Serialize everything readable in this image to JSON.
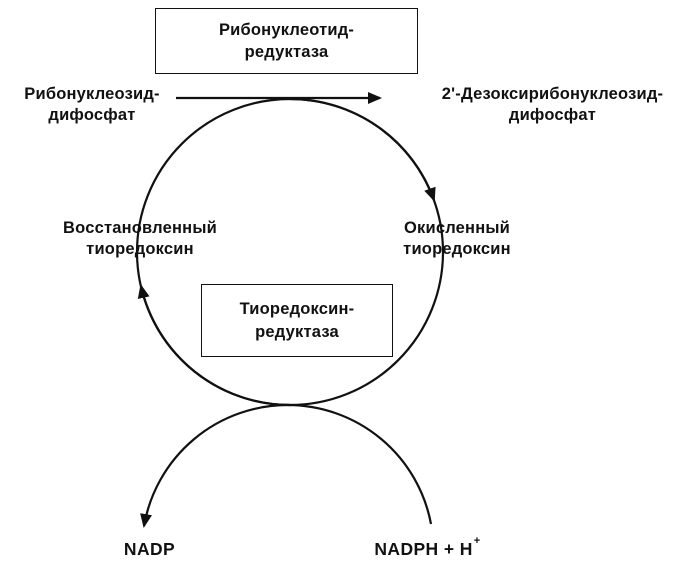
{
  "diagram": {
    "enzyme_top": {
      "line1": "Рибонуклеотид-",
      "line2": "редуктаза"
    },
    "substrate_left": {
      "line1": "Рибонуклеозид-",
      "line2": "дифосфат"
    },
    "product_right": {
      "line1": "2'-Дезоксирибонуклеозид-",
      "line2": "дифосфат"
    },
    "thioredoxin_reduced": {
      "line1": "Восстановленный",
      "line2": "тиоредоксин"
    },
    "thioredoxin_oxidized": {
      "line1": "Окисленный",
      "line2": "тиоредоксин"
    },
    "enzyme_middle": {
      "line1": "Тиоредоксин-",
      "line2": "редуктаза"
    },
    "nadp_label": "NADP",
    "nadph_label": "NADPH + H",
    "nadph_superscript": "+",
    "colors": {
      "ink": "#111111",
      "background": "#ffffff"
    }
  }
}
